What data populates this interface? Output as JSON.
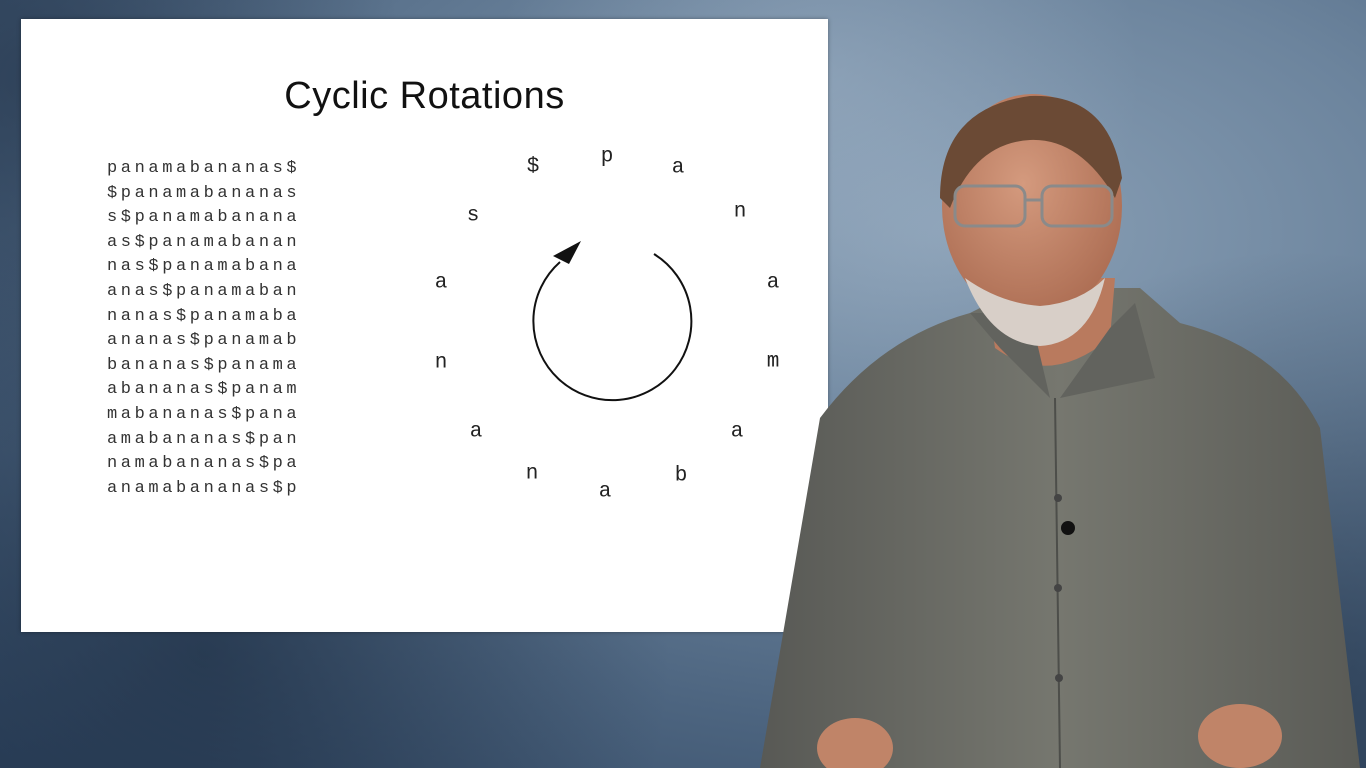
{
  "slide": {
    "title": "Cyclic Rotations",
    "rotations": [
      "panamabananas$",
      "$panamabananas",
      "s$panamabanana",
      "as$panamabanan",
      "nas$panamabana",
      "anas$panamaban",
      "nanas$panamaba",
      "ananas$panamab",
      "bananas$panama",
      "abananas$panam",
      "mabananas$pana",
      "amabananas$pan",
      "namabananas$pa",
      "anamabananas$p"
    ],
    "circle_letters": [
      "p",
      "a",
      "n",
      "a",
      "m",
      "a",
      "b",
      "a",
      "n",
      "a",
      "n",
      "a",
      "s",
      "$"
    ]
  },
  "colors": {
    "slide_bg": "#ffffff",
    "text": "#222222",
    "background_blue": "#5d7690",
    "shirt_gray": "#6e6f6b"
  }
}
